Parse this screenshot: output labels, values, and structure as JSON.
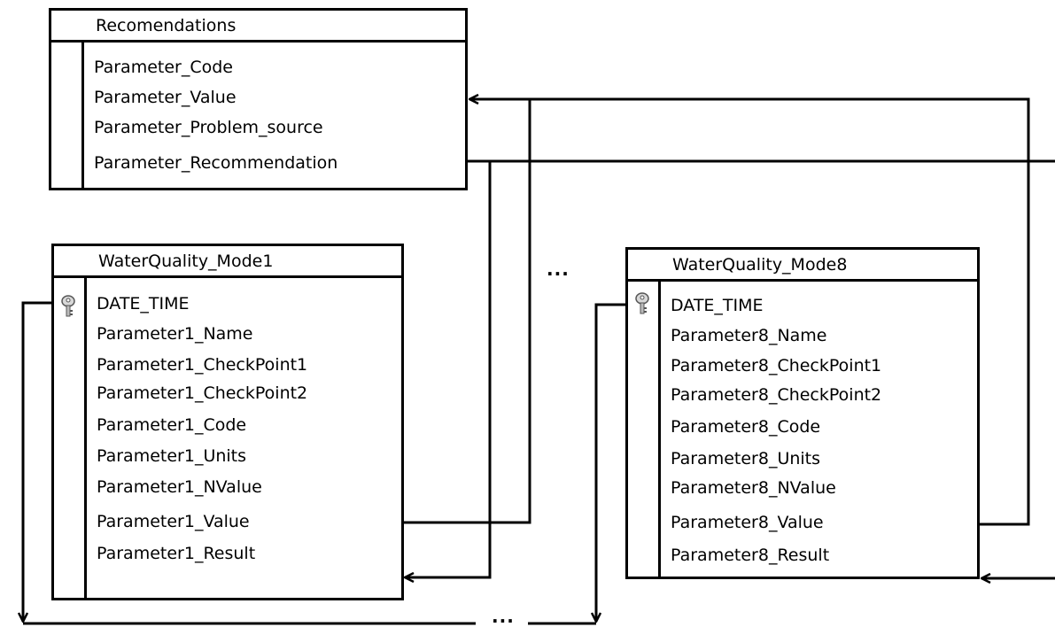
{
  "tables": {
    "recommendations": {
      "title": "Recomendations",
      "fields": [
        "Parameter_Code",
        "Parameter_Value",
        "Parameter_Problem_source",
        "Parameter_Recommendation"
      ]
    },
    "mode1": {
      "title": "WaterQuality_Mode1",
      "primary_key_icon": "key-icon",
      "fields": [
        "DATE_TIME",
        "Parameter1_Name",
        "Parameter1_CheckPoint1",
        "Parameter1_CheckPoint2",
        "Parameter1_Code",
        "Parameter1_Units",
        "Parameter1_NValue",
        "Parameter1_Value",
        "Parameter1_Result"
      ]
    },
    "mode8": {
      "title": "WaterQuality_Mode8",
      "primary_key_icon": "key-icon",
      "fields": [
        "DATE_TIME",
        "Parameter8_Name",
        "Parameter8_CheckPoint1",
        "Parameter8_CheckPoint2",
        "Parameter8_Code",
        "Parameter8_Units",
        "Parameter8_NValue",
        "Parameter8_Value",
        "Parameter8_Result"
      ]
    }
  },
  "ellipsis_top": "...",
  "ellipsis_bottom": "...",
  "colors": {
    "line": "#000000",
    "background": "#ffffff"
  }
}
